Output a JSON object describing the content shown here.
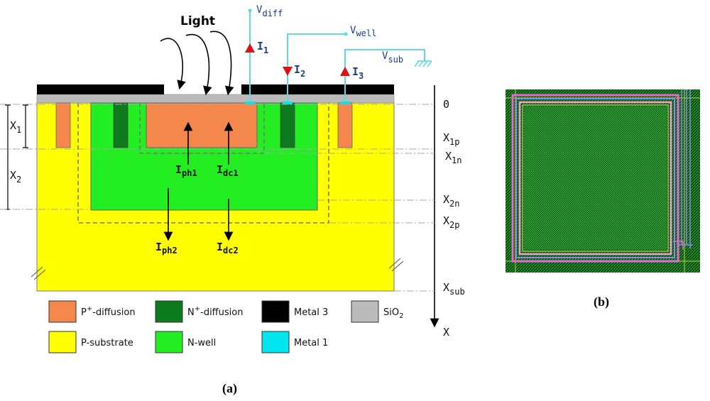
{
  "colors": {
    "p_substrate": "#ffff00",
    "n_well": "#22ee22",
    "p_diffusion": "#f4874b",
    "n_diffusion": "#0d7a1e",
    "metal3": "#000000",
    "metal1": "#00e5ee",
    "sio2": "#bbbbbb",
    "wire": "#5fd9e3",
    "current_arrow": "#dd1111",
    "label_blue": "#1a3d8f"
  },
  "panel_a": {
    "light_label": "Light",
    "terminals": {
      "diff": {
        "main": "V",
        "sub": "diff"
      },
      "well": {
        "main": "V",
        "sub": "well"
      },
      "sub": {
        "main": "V",
        "sub": "sub"
      }
    },
    "currents": {
      "i1": {
        "main": "I",
        "sub": "1"
      },
      "i2": {
        "main": "I",
        "sub": "2"
      },
      "i3": {
        "main": "I",
        "sub": "3"
      }
    },
    "depth_left": {
      "x1": {
        "main": "X",
        "sub": "1"
      },
      "x2": {
        "main": "X",
        "sub": "2"
      }
    },
    "depth_right": {
      "zero": "0",
      "x1p": {
        "main": "X",
        "sub": "1p"
      },
      "x1n": {
        "main": "X",
        "sub": "1n"
      },
      "x2n": {
        "main": "X",
        "sub": "2n"
      },
      "x2p": {
        "main": "X",
        "sub": "2p"
      },
      "xsub": {
        "main": "X",
        "sub": "sub"
      },
      "x_axis": "X"
    },
    "photo_currents": {
      "iph1": {
        "main": "I",
        "sub": "ph1"
      },
      "idc1": {
        "main": "I",
        "sub": "dc1"
      },
      "iph2": {
        "main": "I",
        "sub": "ph2"
      },
      "idc2": {
        "main": "I",
        "sub": "dc2"
      }
    },
    "legend": {
      "p_diffusion": {
        "main": "P",
        "sup": "+",
        "rest": "-diffusion"
      },
      "n_diffusion": {
        "main": "N",
        "sup": "+",
        "rest": "-diffusion"
      },
      "metal3": "Metal 3",
      "sio2": {
        "main": "SiO",
        "sub": "2"
      },
      "p_substrate": "P-substrate",
      "n_well": "N-well",
      "metal1": "Metal 1"
    },
    "caption": "(a)"
  },
  "panel_b": {
    "caption": "(b)"
  }
}
